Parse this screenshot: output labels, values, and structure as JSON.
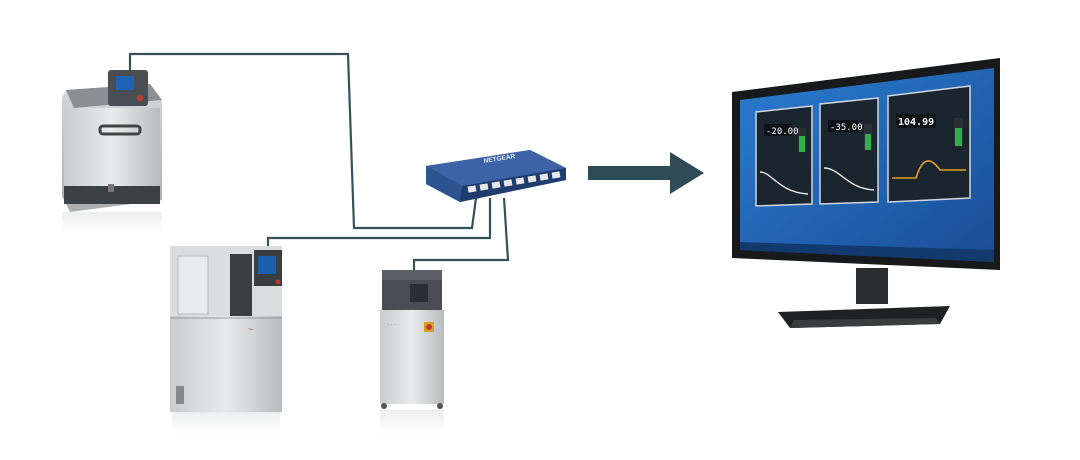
{
  "switch": {
    "brand": "NETGEAR"
  },
  "devices": {
    "bath_circulator": {
      "label": ""
    },
    "tower_unit": {
      "label": ""
    },
    "chiller_unit": {
      "label": ""
    }
  },
  "monitor": {
    "panels": [
      {
        "value": "-20.00",
        "trace_color": "#e8e8e8"
      },
      {
        "value": "-35.00",
        "trace_color": "#e8e8e8"
      },
      {
        "value": "104.99",
        "trace_color": "#e8a020"
      }
    ]
  },
  "colors": {
    "cable": "#37515a",
    "arrow": "#2f4b57",
    "switch_body": "#2a4e8e",
    "screen_bg": "#1f5fae"
  }
}
